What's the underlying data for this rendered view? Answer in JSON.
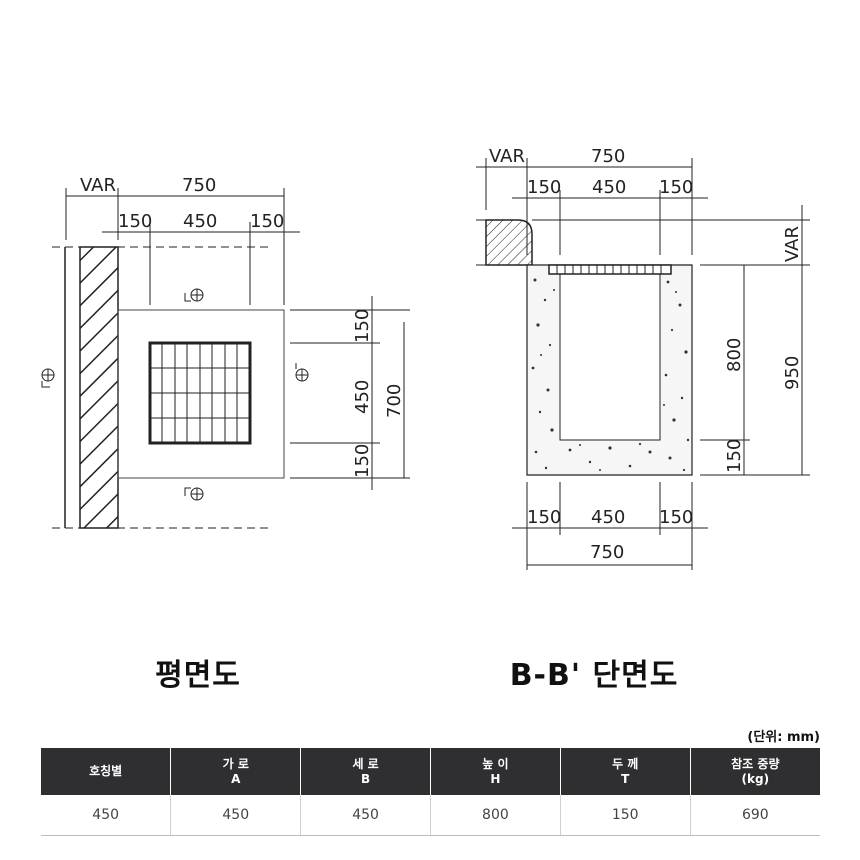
{
  "plan": {
    "top_dims": {
      "var": "VAR",
      "overall": "750",
      "left": "150",
      "center": "450",
      "right": "150"
    },
    "right_dims": {
      "top": "150",
      "center": "450",
      "bottom": "150",
      "overall": "700"
    },
    "caption": "평면도"
  },
  "section": {
    "top_dims": {
      "var": "VAR",
      "overall": "750",
      "left": "150",
      "center": "450",
      "right": "150"
    },
    "bottom_dims": {
      "left": "150",
      "center": "450",
      "right": "150",
      "overall": "750"
    },
    "right_dims": {
      "var": "VAR",
      "height": "800",
      "base": "150",
      "overall": "950"
    },
    "caption": "B-B' 단면도"
  },
  "table": {
    "unit_note": "(단위: mm)",
    "headers": [
      {
        "line1": "호칭별",
        "line2": ""
      },
      {
        "line1": "가 로",
        "line2": "A"
      },
      {
        "line1": "세 로",
        "line2": "B"
      },
      {
        "line1": "높 이",
        "line2": "H"
      },
      {
        "line1": "두 께",
        "line2": "T"
      },
      {
        "line1": "참조 중량",
        "line2": "(kg)"
      }
    ],
    "rows": [
      [
        "450",
        "450",
        "450",
        "800",
        "150",
        "690"
      ]
    ]
  },
  "colors": {
    "header_bg": "#2f2f31",
    "line": "#222222"
  }
}
